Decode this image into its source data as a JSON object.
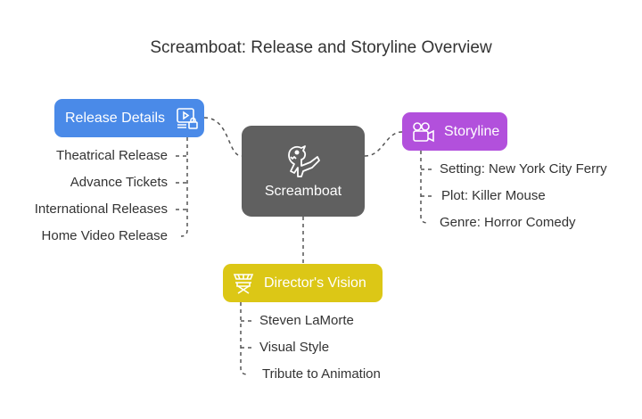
{
  "title": "Screamboat: Release and Storyline Overview",
  "center": {
    "label": "Screamboat",
    "icon": "monster-icon"
  },
  "release": {
    "label": "Release Details",
    "icon": "video-lock-icon",
    "color": "#4a8ae8",
    "items": [
      "Theatrical Release",
      "Advance Tickets",
      "International Releases",
      "Home Video Release"
    ]
  },
  "storyline": {
    "label": "Storyline",
    "icon": "camera-icon",
    "color": "#b250dc",
    "items": [
      "Setting: New York City Ferry",
      "Plot: Killer Mouse",
      "Genre: Horror Comedy"
    ]
  },
  "director": {
    "label": "Director's Vision",
    "icon": "director-chair-icon",
    "color": "#dcc716",
    "items": [
      "Steven LaMorte",
      "Visual Style",
      "Tribute to Animation"
    ]
  }
}
